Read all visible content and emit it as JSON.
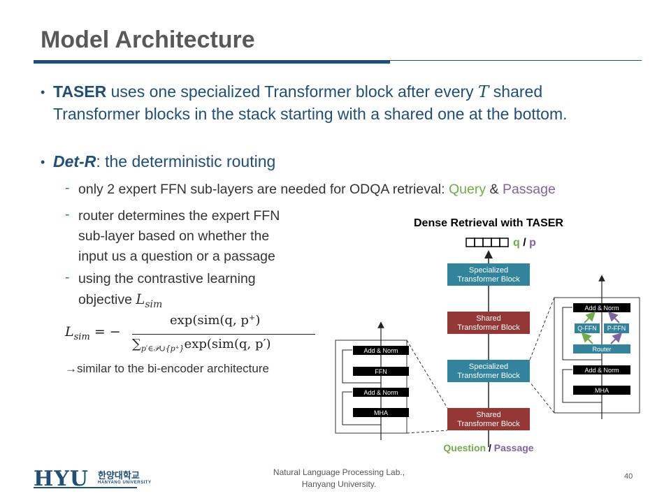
{
  "slide": {
    "title": "Model Architecture",
    "bullet1": {
      "strong": "TASER",
      "text_a": " uses one specialized Transformer block after every ",
      "var": "T",
      "text_b": " shared",
      "line2": "Transformer blocks in the stack starting with a shared one at the bottom."
    },
    "bullet2": {
      "strong": "Det-R",
      "text": ": the deterministic routing"
    },
    "sub1": {
      "text": "only 2 expert FFN sub-layers are needed for ODQA retrieval: ",
      "query": "Query",
      "amp": " & ",
      "passage": "Passage"
    },
    "sub2": {
      "line1": "router determines the expert FFN",
      "line2": "sub-layer based on whether the",
      "line3": "input us a question or a passage"
    },
    "sub3": {
      "line1": "using the contrastive learning",
      "line2": "objective ",
      "var": "L",
      "sub": "sim"
    },
    "formula": {
      "lhs": "L",
      "lhs_sub": "sim",
      "eq": "= −",
      "num": "exp(sim(q, p⁺)",
      "den_sum": "∑",
      "den_sub": "p′∈𝒫∪{p⁺}",
      "den": "exp(sim(q, p′)"
    },
    "note": "→similar to the bi-encoder architecture"
  },
  "diagram": {
    "title": "Dense Retrieval with TASER",
    "out_q": "q",
    "out_slash": " / ",
    "out_p": "p",
    "stack": [
      "Specialized Transformer Block",
      "Shared Transformer Block",
      "Specialized Transformer Block",
      "Shared Transformer Block"
    ],
    "in_question": "Question",
    "in_slash": " / ",
    "in_passage": "Passage",
    "left_block": [
      "Add & Norm",
      "FFN",
      "Add & Norm",
      "MHA"
    ],
    "right_block": {
      "top": "Add & Norm",
      "qffn": "Q-FFN",
      "pffn": "P-FFN",
      "router": "Router",
      "mid": "Add & Norm",
      "bottom": "MHA"
    },
    "colors": {
      "specialized": "#31849b",
      "shared": "#953735",
      "query": "#70ad47",
      "passage": "#8064a2"
    }
  },
  "footer": {
    "lab_line1": "Natural Language Processing Lab.,",
    "lab_line2": "Hanyang University.",
    "page": "40",
    "logo_main": "HYU",
    "logo_kr": "한양대학교",
    "logo_en": "HANYANG UNIVERSITY"
  }
}
